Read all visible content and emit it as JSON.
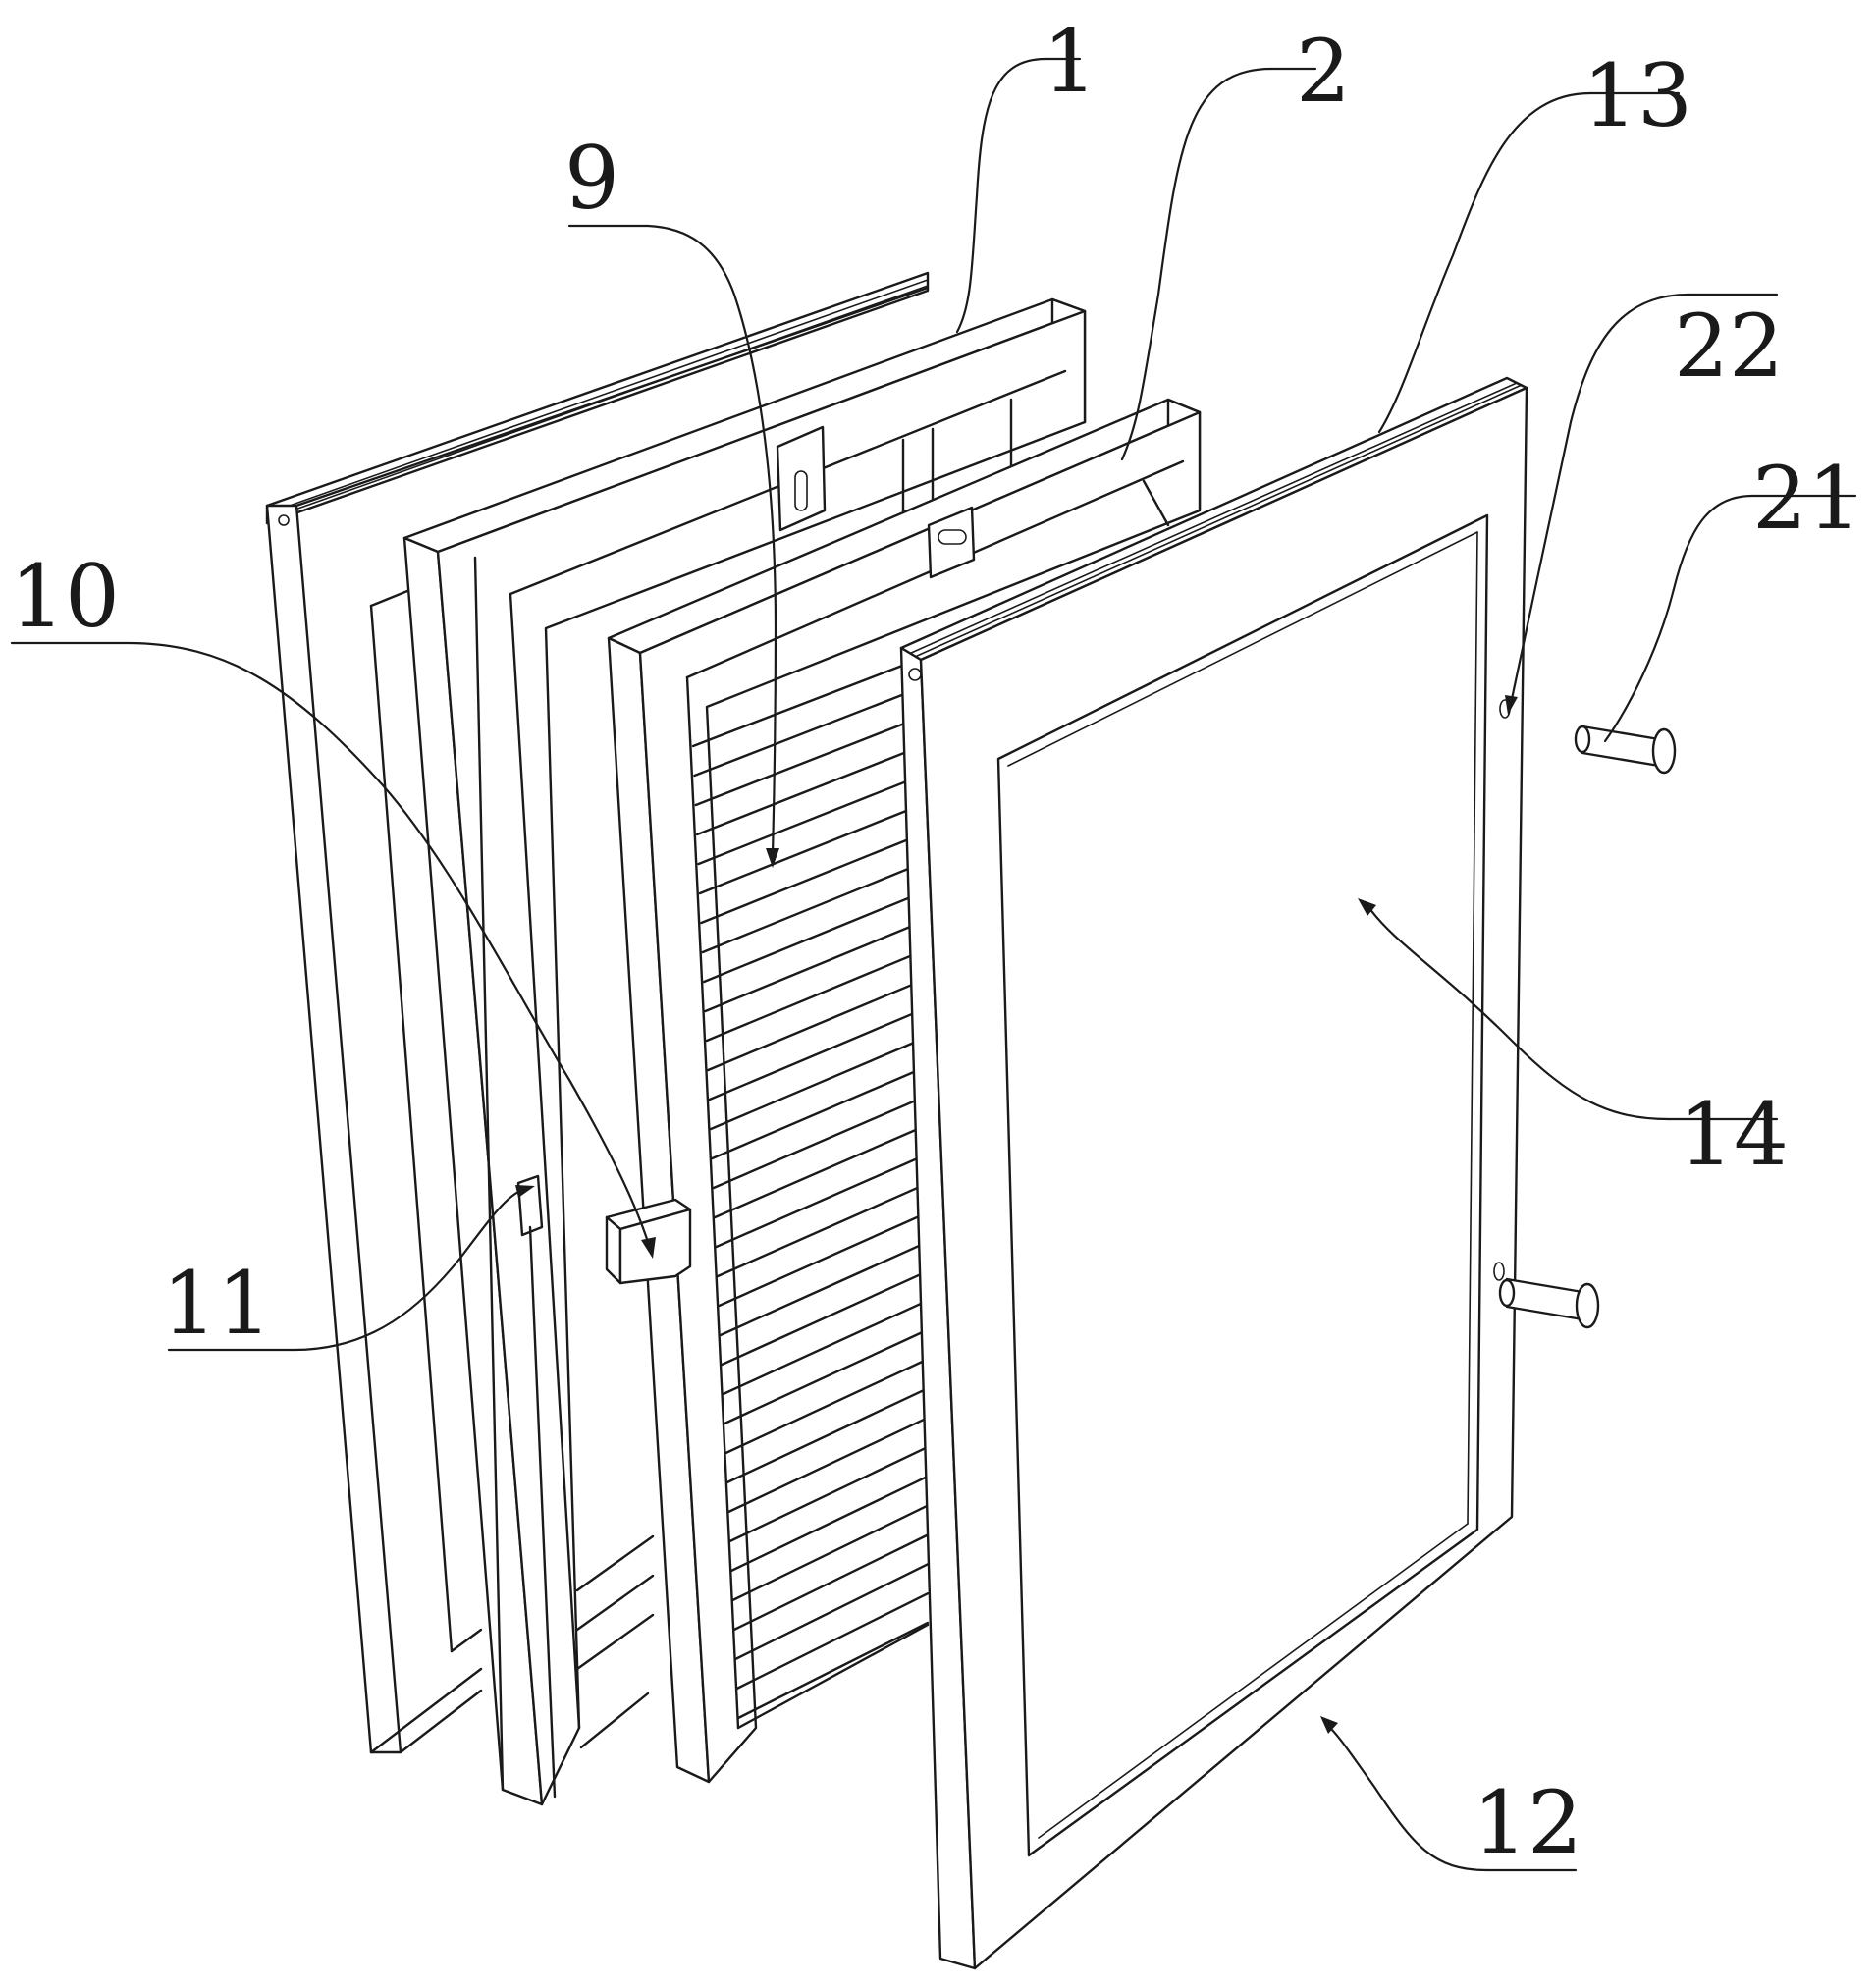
{
  "labels": {
    "l1": "1",
    "l2": "2",
    "l9": "9",
    "l10": "10",
    "l11": "11",
    "l12": "12",
    "l13": "13",
    "l14": "14",
    "l21": "21",
    "l22": "22"
  },
  "colors": {
    "line": "#1a1a1a",
    "background": "#ffffff"
  }
}
